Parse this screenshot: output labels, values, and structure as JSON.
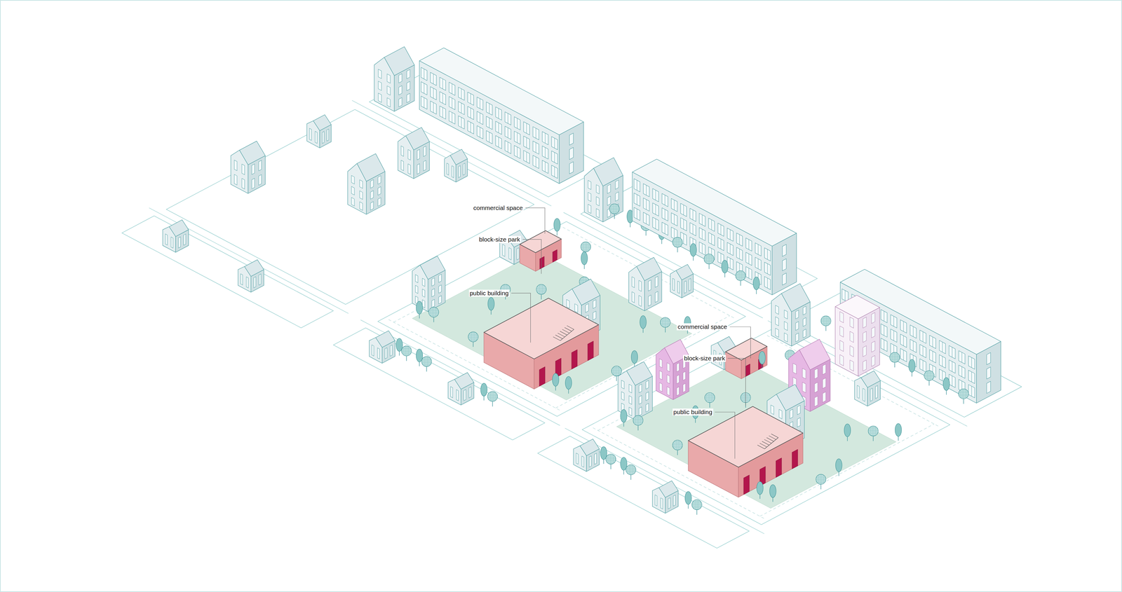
{
  "diagram": {
    "labels": [
      "commercial space",
      "block-size park",
      "public building",
      "commercial space",
      "block-size park",
      "public building"
    ]
  }
}
